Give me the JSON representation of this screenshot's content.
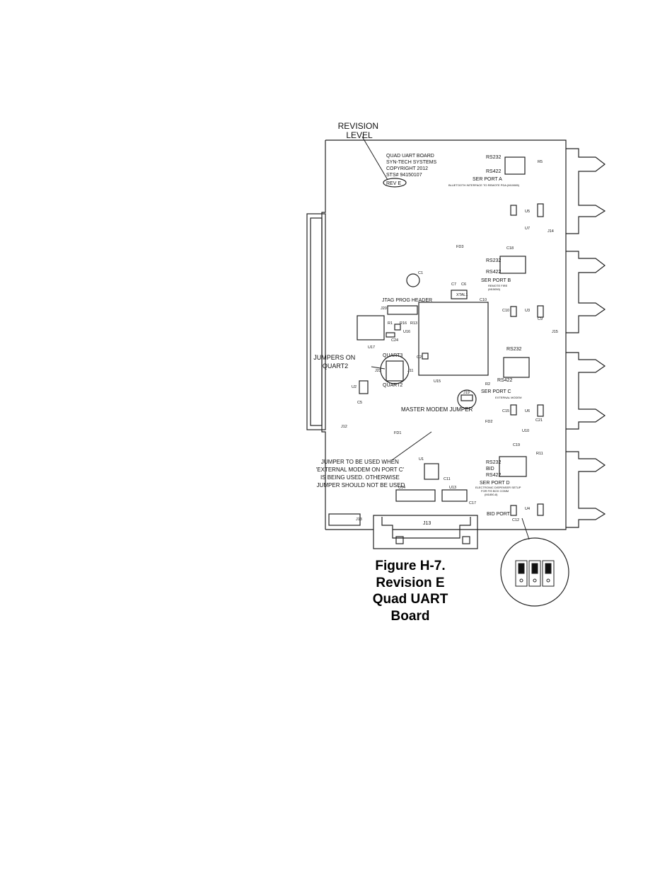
{
  "annotations": {
    "revision_level": [
      "REVISION",
      "LEVEL"
    ],
    "jumpers_on_quart2": [
      "JUMPERS ON",
      "QUART2"
    ],
    "master_modem_jumper": "MASTER MODEM JUMPER",
    "jumper_note": [
      "JUMPER TO BE USED WHEN",
      "'EXTERNAL MODEM ON PORT C'",
      "IS BEING USED. OTHERWISE",
      "JUMPER SHOULD NOT BE USED"
    ]
  },
  "board": {
    "silkscreen": [
      "QUAD UART BOARD",
      "SYN-TECH SYSTEMS",
      "COPYRIGHT 2012",
      "STS# 94150107",
      "REV E"
    ],
    "jtag_header": "JTAG PROG HEADER",
    "quart3": "QUART3",
    "quart2": "QUART2",
    "rs232": "RS232",
    "rs422": "RS422",
    "bid": "BID",
    "ser_port_a": "SER PORT A",
    "ser_port_a_note": "BLUETOOTH INTERFACE TO REMOTE PDA (M10085)",
    "ser_port_b": "SER PORT B",
    "ser_port_b_note": [
      "REMOTE FIRE",
      "(M15050)"
    ],
    "ser_port_c": "SER PORT C",
    "ser_port_c_note": "EXTERNAL MODEM",
    "ser_port_d": "SER PORT D",
    "ser_port_d_note": [
      "ELECTRONIC DISPENSER SETUP",
      "FOR FIS BOX COMM",
      "(M1850-8)"
    ],
    "bid_port": "BID PORT",
    "components": {
      "j12": "J12",
      "j13": "J13",
      "j13_label": "J13",
      "j14": "J14",
      "j15": "J15",
      "u1": "U1",
      "u2": "U2",
      "u3": "U3",
      "u4": "U4",
      "u5": "U5",
      "u6": "U6",
      "u7": "U7",
      "u10": "U10",
      "u13": "U13",
      "u14": "U14",
      "u15": "U15",
      "u16": "U16",
      "u17": "U17",
      "c1": "C1",
      "c2": "C2",
      "c5": "C5",
      "c6": "C6",
      "c7": "C7",
      "c9": "C9",
      "c10": "C10",
      "c10b": "C10",
      "c11": "C11",
      "c12": "C12",
      "c15": "C15",
      "c17": "C17",
      "c18": "C18",
      "c19": "C19",
      "c21": "C21",
      "c24": "C24",
      "j19": "J19",
      "j20": "J20",
      "j23": "J23",
      "j11": "J11",
      "fd1": "FD1",
      "fd2": "FD2",
      "fd3": "FD3",
      "xtal1": "XTAL1",
      "r1": "R1",
      "r2": "R2",
      "r5": "R5",
      "r11": "R11",
      "r13": "R13",
      "r16": "R16"
    }
  },
  "caption": [
    "Figure H-7.",
    "Revision E",
    "Quad UART",
    "Board"
  ]
}
